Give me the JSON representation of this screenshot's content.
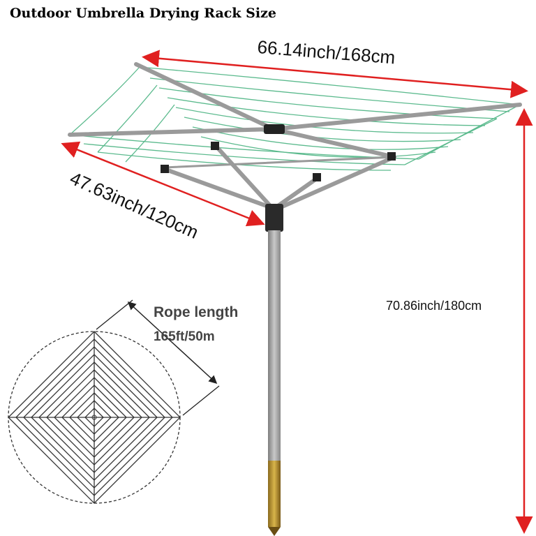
{
  "title": "Outdoor Umbrella Drying Rack Size",
  "dimensions": {
    "width": "66.14inch/168cm",
    "depth": "47.63inch/120cm",
    "height": "70.86inch/180cm"
  },
  "rope": {
    "label": "Rope length",
    "value": "165ft/50m"
  },
  "colors": {
    "arrow": "#e02020",
    "line": "#3fae7a",
    "frame": "#9a9a9a",
    "diagram": "#333333"
  }
}
